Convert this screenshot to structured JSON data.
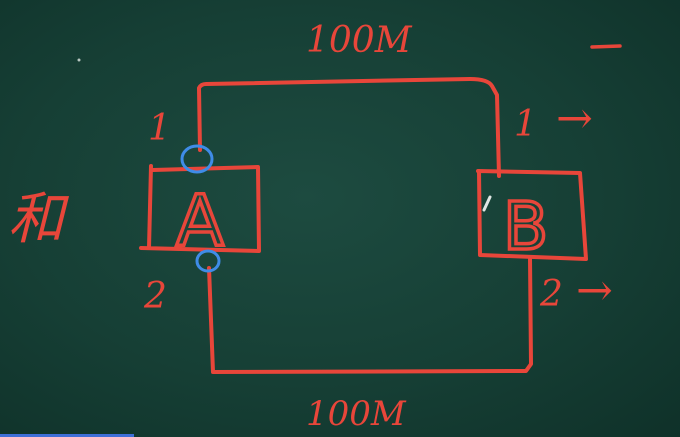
{
  "labels": {
    "top_length": "100M",
    "bottom_length": "100M",
    "left_mark": "和",
    "box_a": "A",
    "box_b": "B",
    "a_upper_port": "1",
    "a_lower_port": "2",
    "b_upper_port": "1",
    "b_lower_port": "2",
    "b_upper_arrow": "→",
    "b_lower_arrow": "→"
  },
  "colors": {
    "board": "#163f35",
    "chalk_red": "#e8463a",
    "marker_blue": "#3f8ce8"
  }
}
